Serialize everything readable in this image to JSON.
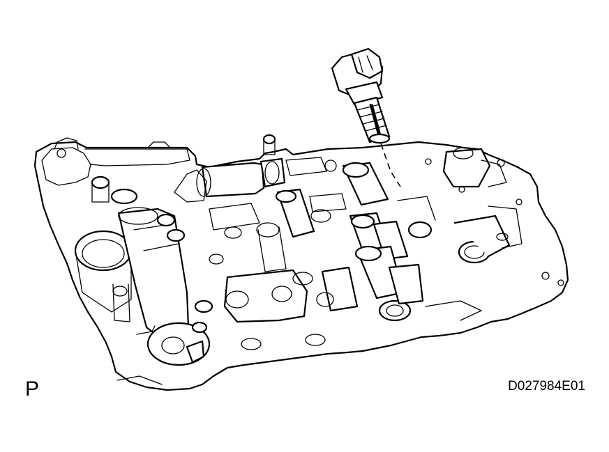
{
  "figure": {
    "view_label": "P",
    "figure_code": "D027984E01",
    "ink_color": "#000000",
    "paper_color": "#ffffff",
    "parts": [
      {
        "id": "valve-body",
        "icon": "transmission-valve-body-drawing"
      },
      {
        "id": "shift-solenoid",
        "icon": "solenoid-valve-drawing"
      },
      {
        "id": "install-guide-line",
        "icon": "dashed-leader-line"
      }
    ]
  }
}
